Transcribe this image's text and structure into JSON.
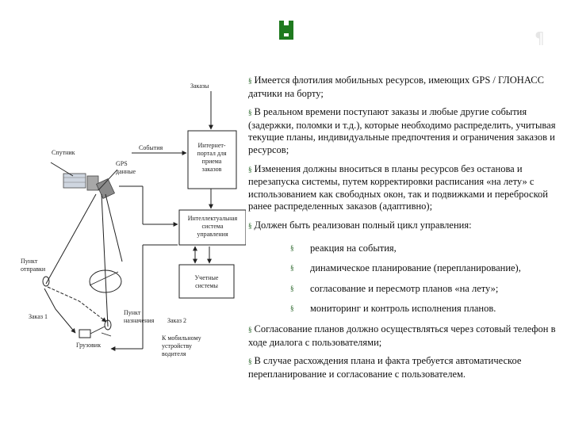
{
  "logo": {
    "icon": "green-emblem-icon",
    "color": "#1f7a1f"
  },
  "diagram": {
    "labels": {
      "orders": "Заказы",
      "satellite": "Спутник",
      "events": "События",
      "gps_data": "GPS\nданные",
      "internet_portal": "Интернет-\nпортал для\nприема\nзаказов",
      "intelligent_system": "Интеллектуальная\nсистема\nуправления",
      "departure_point": "Пункт\nотправки",
      "accounting_systems": "Учетные\nсистемы",
      "order1": "Заказ 1",
      "destination_point": "Пункт\nназначения",
      "order2": "Заказ 2",
      "truck": "Грузовик",
      "driver_device": "К мобильному\nустройству\nводителя"
    }
  },
  "bullets": [
    "Имеется флотилия мобильных ресурсов, имеющих GPS / ГЛОНАСС датчики на борту;",
    "В реальном времени поступают заказы и любые другие события (задержки, поломки и т.д.), которые необходимо распределить, учитывая текущие планы, индивидуальные предпочтения и ограничения заказов и ресурсов;",
    "Изменения должны вноситься в планы ресурсов без останова и перезапуска системы, путем корректировки расписания «на лету» с использованием как свободных окон, так и подвижками и переброской ранее распределенных заказов (адаптивно);",
    "Должен быть реализован полный цикл управления:"
  ],
  "sub_bullets": [
    "реакция на события,",
    "динамическое планирование (перепланирование),",
    "согласование и пересмотр планов «на лету»;",
    "мониторинг и контроль исполнения планов."
  ],
  "bullets_after": [
    "Согласование планов должно осуществляться через сотовый телефон в ходе диалога с пользователями;",
    "В случае расхождения плана и факта требуется автоматическое перепланирование и согласование с пользователем."
  ],
  "bullet_mark": "§",
  "colors": {
    "accent": "#1f5f1f"
  }
}
